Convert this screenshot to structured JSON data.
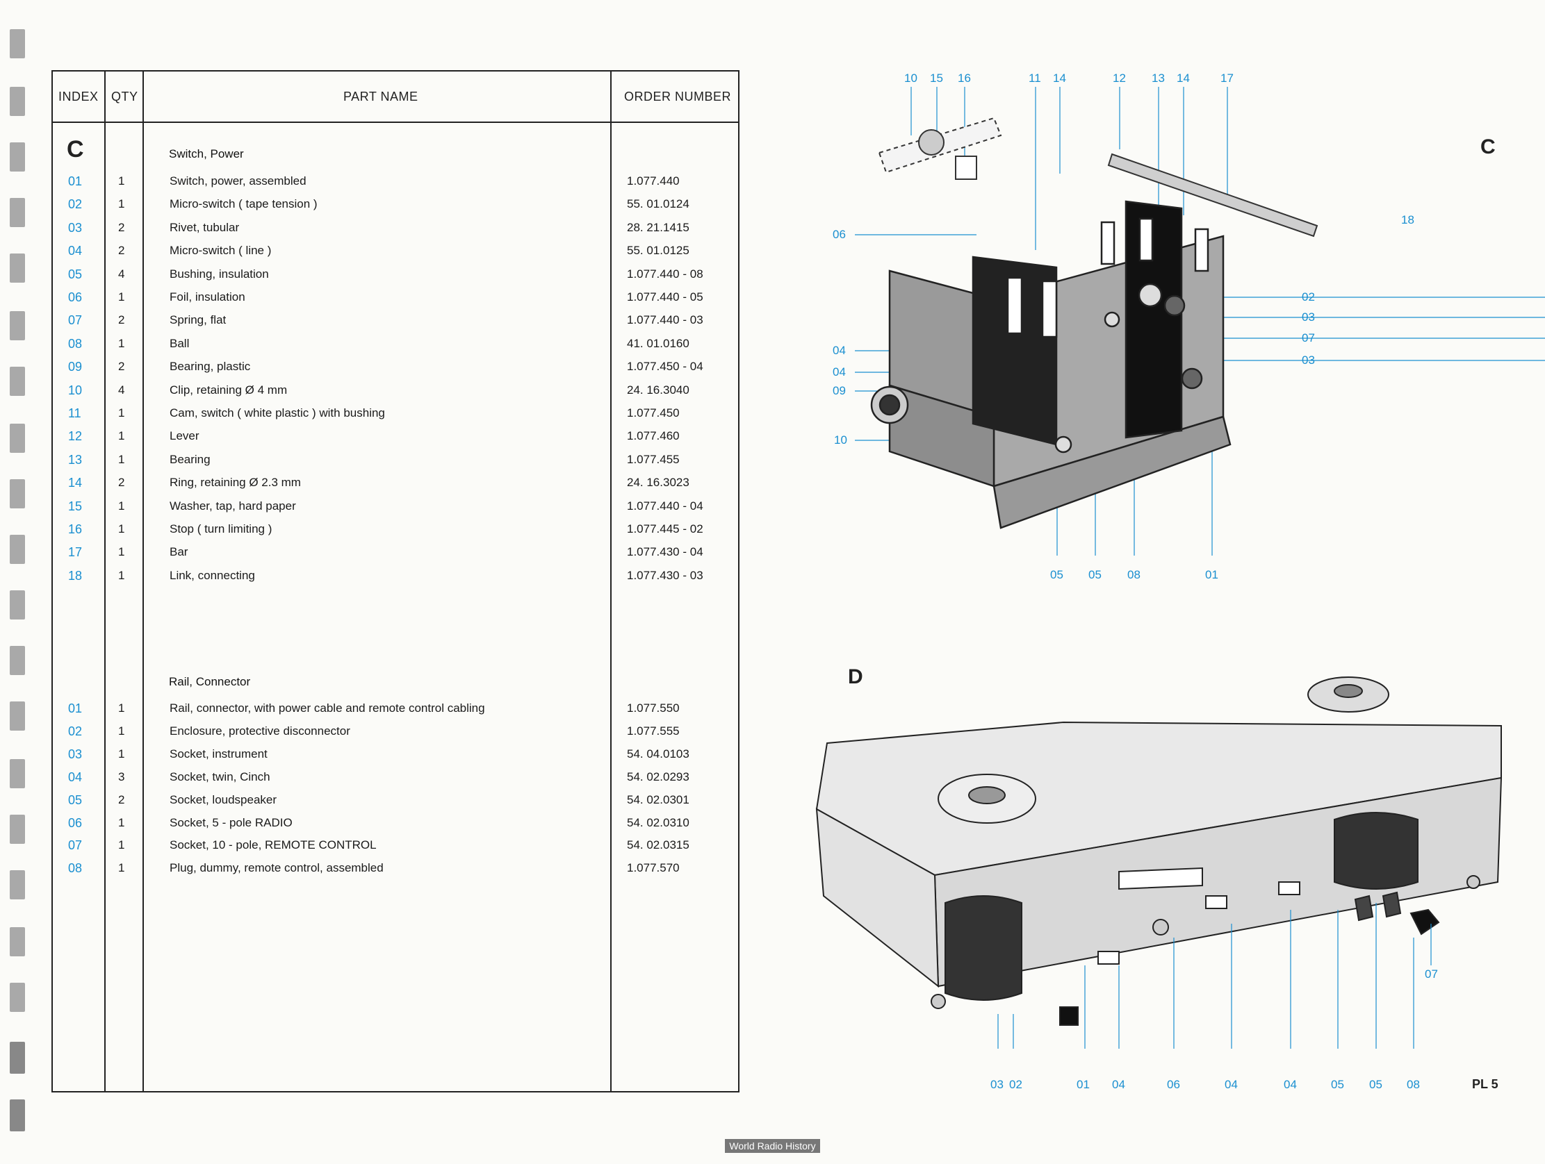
{
  "table": {
    "headers": {
      "index": "INDEX",
      "qty": "QTY",
      "part_name": "PART NAME",
      "order_number": "ORDER NUMBER"
    },
    "section_c": {
      "letter": "C",
      "group_title": "Switch, Power",
      "rows": [
        {
          "index": "01",
          "qty": "1",
          "name": "Switch, power, assembled",
          "order": "1.077.440"
        },
        {
          "index": "02",
          "qty": "1",
          "name": "Micro-switch ( tape tension )",
          "order": "55.  01.0124"
        },
        {
          "index": "03",
          "qty": "2",
          "name": "Rivet, tubular",
          "order": "28.  21.1415"
        },
        {
          "index": "04",
          "qty": "2",
          "name": "Micro-switch ( line )",
          "order": "55.  01.0125"
        },
        {
          "index": "05",
          "qty": "4",
          "name": "Bushing, insulation",
          "order": "1.077.440 - 08"
        },
        {
          "index": "06",
          "qty": "1",
          "name": "Foil, insulation",
          "order": "1.077.440 - 05"
        },
        {
          "index": "07",
          "qty": "2",
          "name": "Spring, flat",
          "order": "1.077.440 - 03"
        },
        {
          "index": "08",
          "qty": "1",
          "name": "Ball",
          "order": "41.  01.0160"
        },
        {
          "index": "09",
          "qty": "2",
          "name": "Bearing, plastic",
          "order": "1.077.450 - 04"
        },
        {
          "index": "10",
          "qty": "4",
          "name": "Clip, retaining Ø 4 mm",
          "order": "24.  16.3040"
        },
        {
          "index": "11",
          "qty": "1",
          "name": "Cam, switch  ( white plastic  ) with bushing",
          "order": "1.077.450"
        },
        {
          "index": "12",
          "qty": "1",
          "name": "Lever",
          "order": "1.077.460"
        },
        {
          "index": "13",
          "qty": "1",
          "name": "Bearing",
          "order": "1.077.455"
        },
        {
          "index": "14",
          "qty": "2",
          "name": "Ring, retaining Ø 2.3 mm",
          "order": "24.  16.3023"
        },
        {
          "index": "15",
          "qty": "1",
          "name": "Washer, tap, hard paper",
          "order": "1.077.440 - 04"
        },
        {
          "index": "16",
          "qty": "1",
          "name": "Stop ( turn limiting )",
          "order": "1.077.445 - 02"
        },
        {
          "index": "17",
          "qty": "1",
          "name": "Bar",
          "order": "1.077.430 - 04"
        },
        {
          "index": "18",
          "qty": "1",
          "name": "Link, connecting",
          "order": "1.077.430 - 03"
        }
      ]
    },
    "section_d": {
      "group_title": "Rail, Connector",
      "rows": [
        {
          "index": "01",
          "qty": "1",
          "name": "Rail, connector, with power cable and remote control cabling",
          "order": "1.077.550"
        },
        {
          "index": "02",
          "qty": "1",
          "name": "Enclosure, protective disconnector",
          "order": "1.077.555"
        },
        {
          "index": "03",
          "qty": "1",
          "name": "Socket, instrument",
          "order": "54.  04.0103"
        },
        {
          "index": "04",
          "qty": "3",
          "name": "Socket, twin, Cinch",
          "order": "54.  02.0293"
        },
        {
          "index": "05",
          "qty": "2",
          "name": "Socket, loudspeaker",
          "order": "54.  02.0301"
        },
        {
          "index": "06",
          "qty": "1",
          "name": "Socket, 5 - pole RADIO",
          "order": "54.  02.0310"
        },
        {
          "index": "07",
          "qty": "1",
          "name": "Socket, 10 - pole, REMOTE CONTROL",
          "order": "54.  02.0315"
        },
        {
          "index": "08",
          "qty": "1",
          "name": "Plug, dummy, remote control, assembled",
          "order": "1.077.570"
        }
      ]
    }
  },
  "diagram_c": {
    "letter": "C",
    "top_callouts": [
      "10",
      "15",
      "16",
      "11",
      "14",
      "12",
      "13",
      "14",
      "17"
    ],
    "left_callouts": [
      "06",
      "04",
      "04",
      "09",
      "10"
    ],
    "right_callouts": [
      "02",
      "03",
      "07",
      "03"
    ],
    "bottom_callouts": [
      "05",
      "05",
      "08",
      "01"
    ],
    "side_callout": "18"
  },
  "diagram_d": {
    "letter": "D",
    "bottom_callouts": [
      "03",
      "02",
      "01",
      "04",
      "06",
      "04",
      "04",
      "05",
      "05",
      "08"
    ],
    "side_callout": "07"
  },
  "plate_label": "PL 5",
  "footer": "World Radio History",
  "colors": {
    "callout": "#1a8fd0",
    "ink": "#222222"
  }
}
